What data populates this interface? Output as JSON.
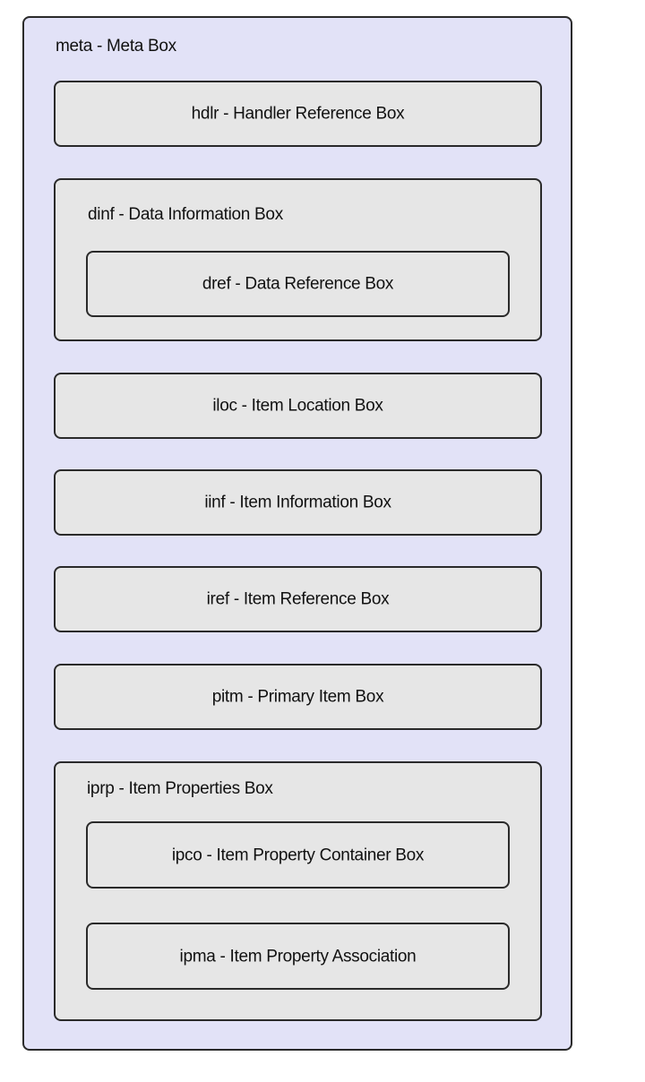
{
  "meta": {
    "label": "meta - Meta Box",
    "children": {
      "hdlr": "hdlr - Handler Reference Box",
      "dinf": {
        "label": "dinf - Data Information Box",
        "dref": "dref - Data Reference Box"
      },
      "iloc": "iloc - Item Location Box",
      "iinf": "iinf - Item Information Box",
      "iref": "iref - Item Reference Box",
      "pitm": "pitm - Primary Item Box",
      "iprp": {
        "label": "iprp - Item Properties Box",
        "ipco": "ipco - Item Property Container Box",
        "ipma": "ipma - Item Property Association"
      }
    }
  },
  "colors": {
    "outer_fill": "#e2e2f7",
    "inner_fill": "#e6e6e6",
    "border": "#2a2a2a"
  }
}
